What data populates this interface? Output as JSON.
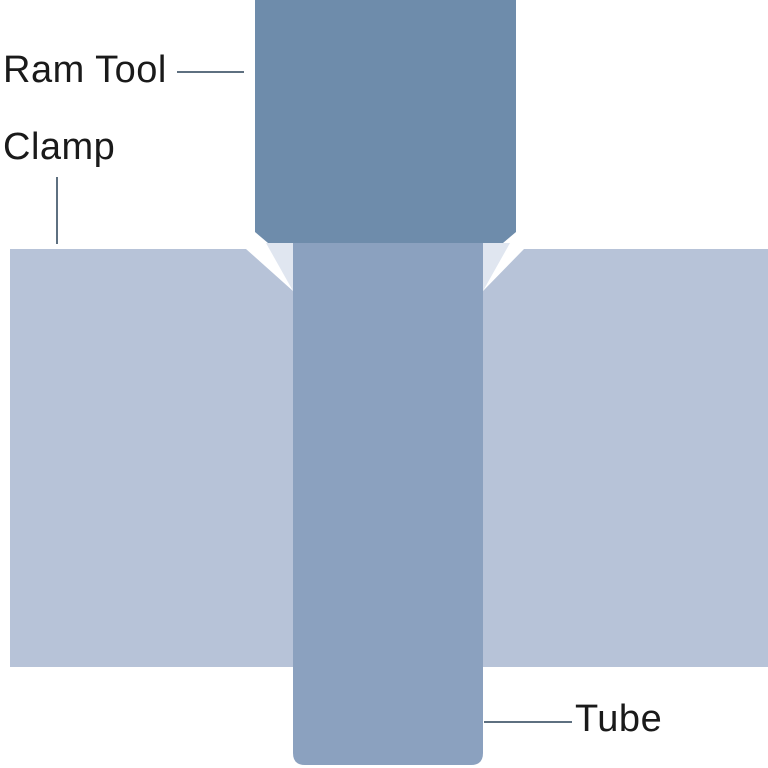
{
  "diagram": {
    "labels": {
      "ram_tool": "Ram Tool",
      "clamp": "Clamp",
      "tube": "Tube"
    },
    "colors": {
      "background": "#ffffff",
      "ram_tool": "#6e8cab",
      "tube": "#8ba1bf",
      "clamp": "#b7c3d8",
      "flare_gap": "#e0e6f0",
      "leader_line": "#5e7080",
      "label_text": "#1a1a1a"
    }
  }
}
